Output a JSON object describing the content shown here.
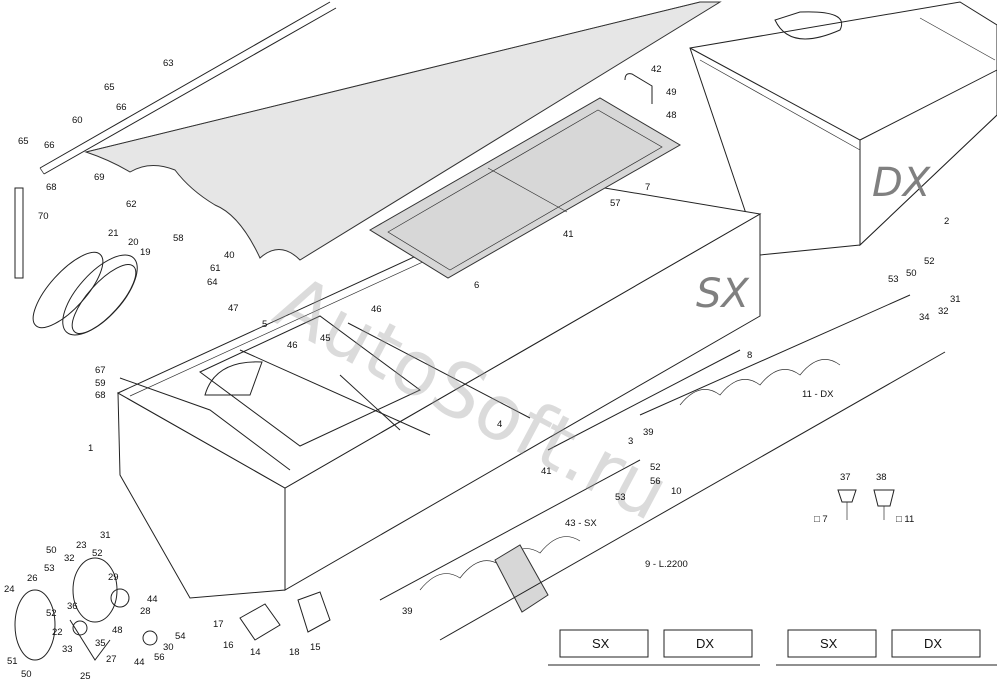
{
  "diagram": {
    "watermark": "AutoSoft.ru",
    "side_marks": {
      "sx": "SX",
      "dx": "DX"
    },
    "callouts": [
      {
        "n": "63"
      },
      {
        "n": "65"
      },
      {
        "n": "66"
      },
      {
        "n": "60"
      },
      {
        "n": "65b",
        "text": "65"
      },
      {
        "n": "66b",
        "text": "66"
      },
      {
        "n": "68"
      },
      {
        "n": "69"
      },
      {
        "n": "62"
      },
      {
        "n": "70"
      },
      {
        "n": "58"
      },
      {
        "n": "21"
      },
      {
        "n": "20"
      },
      {
        "n": "19"
      },
      {
        "n": "40"
      },
      {
        "n": "61"
      },
      {
        "n": "64"
      },
      {
        "n": "47"
      },
      {
        "n": "5"
      },
      {
        "n": "46"
      },
      {
        "n": "45"
      },
      {
        "n": "46b",
        "text": "46"
      },
      {
        "n": "6"
      },
      {
        "n": "67"
      },
      {
        "n": "59"
      },
      {
        "n": "68b",
        "text": "68"
      },
      {
        "n": "1"
      },
      {
        "n": "42"
      },
      {
        "n": "49"
      },
      {
        "n": "48"
      },
      {
        "n": "7"
      },
      {
        "n": "57"
      },
      {
        "n": "41"
      },
      {
        "n": "2"
      },
      {
        "n": "53"
      },
      {
        "n": "50"
      },
      {
        "n": "52"
      },
      {
        "n": "31"
      },
      {
        "n": "34"
      },
      {
        "n": "32"
      },
      {
        "n": "8"
      },
      {
        "n": "11"
      },
      {
        "n": "4"
      },
      {
        "n": "39"
      },
      {
        "n": "3"
      },
      {
        "n": "52b",
        "text": "52"
      },
      {
        "n": "41b",
        "text": "41"
      },
      {
        "n": "56"
      },
      {
        "n": "53b",
        "text": "53"
      },
      {
        "n": "10"
      },
      {
        "n": "43"
      },
      {
        "n": "9"
      },
      {
        "n": "37"
      },
      {
        "n": "38"
      },
      {
        "n": "39b",
        "text": "39"
      },
      {
        "n": "50b",
        "text": "50"
      },
      {
        "n": "23"
      },
      {
        "n": "31b",
        "text": "31"
      },
      {
        "n": "53c",
        "text": "53"
      },
      {
        "n": "32b",
        "text": "32"
      },
      {
        "n": "52c",
        "text": "52"
      },
      {
        "n": "26"
      },
      {
        "n": "29"
      },
      {
        "n": "24"
      },
      {
        "n": "36"
      },
      {
        "n": "44"
      },
      {
        "n": "28"
      },
      {
        "n": "52d",
        "text": "52"
      },
      {
        "n": "48b",
        "text": "48"
      },
      {
        "n": "30"
      },
      {
        "n": "54"
      },
      {
        "n": "22"
      },
      {
        "n": "33"
      },
      {
        "n": "35"
      },
      {
        "n": "27"
      },
      {
        "n": "44b",
        "text": "44"
      },
      {
        "n": "56b",
        "text": "56"
      },
      {
        "n": "51"
      },
      {
        "n": "50c",
        "text": "50"
      },
      {
        "n": "25"
      },
      {
        "n": "17"
      },
      {
        "n": "16"
      },
      {
        "n": "14"
      },
      {
        "n": "18"
      },
      {
        "n": "15"
      }
    ],
    "labels": {
      "c63": "63",
      "c65": "65",
      "c66": "66",
      "c60": "60",
      "c65b": "65",
      "c66b": "66",
      "c68": "68",
      "c69": "69",
      "c62": "62",
      "c70": "70",
      "c58": "58",
      "c21": "21",
      "c20": "20",
      "c19": "19",
      "c40": "40",
      "c61": "61",
      "c64": "64",
      "c47": "47",
      "c5": "5",
      "c46": "46",
      "c45": "45",
      "c46b": "46",
      "c6": "6",
      "c67": "67",
      "c59": "59",
      "c68b": "68",
      "c1": "1",
      "c42": "42",
      "c49": "49",
      "c48": "48",
      "c7": "7",
      "c57": "57",
      "c41": "41",
      "c2": "2",
      "c53": "53",
      "c50": "50",
      "c52": "52",
      "c31": "31",
      "c34": "34",
      "c32": "32",
      "c8": "8",
      "c11": "11 - DX",
      "c4": "4",
      "c39": "39",
      "c3": "3",
      "c52b": "52",
      "c41b": "41",
      "c56": "56",
      "c53b": "53",
      "c10": "10",
      "c43": "43 - SX",
      "c9": "9 - L.2200",
      "c37": "37",
      "c38": "38",
      "c39b": "39",
      "c50b": "50",
      "c23": "23",
      "c31b": "31",
      "c53c": "53",
      "c32b": "32",
      "c52c": "52",
      "c26": "26",
      "c29": "29",
      "c24": "24",
      "c36": "36",
      "c44": "44",
      "c28": "28",
      "c52d": "52",
      "c48b": "48",
      "c30": "30",
      "c54": "54",
      "c22": "22",
      "c33": "33",
      "c35": "35",
      "c27": "27",
      "c44b": "44",
      "c56b": "56",
      "c51": "51",
      "c50c": "50",
      "c25": "25",
      "c17": "17",
      "c16": "16",
      "c14": "14",
      "c18": "18",
      "c15": "15",
      "dim7": "□ 7",
      "dim11": "□ 11"
    },
    "legend": [
      {
        "group": "left",
        "sx": "SX",
        "dx": "DX"
      },
      {
        "group": "right",
        "sx": "SX",
        "dx": "DX"
      }
    ]
  }
}
